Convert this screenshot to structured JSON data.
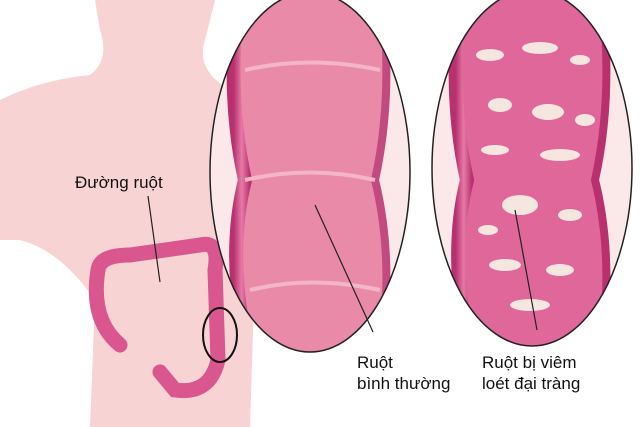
{
  "labels": {
    "intestine": "Đường ruột",
    "normal_line1": "Ruột",
    "normal_line2": "bình thường",
    "ulcer_line1": "Ruột bị viêm",
    "ulcer_line2": "loét đại tràng"
  },
  "colors": {
    "body": "#f7d4d3",
    "colon": "#d9568f",
    "tissue_normal": "#e98aa9",
    "tissue_inflamed": "#e0679a",
    "ulcer": "#f6e6e0"
  }
}
